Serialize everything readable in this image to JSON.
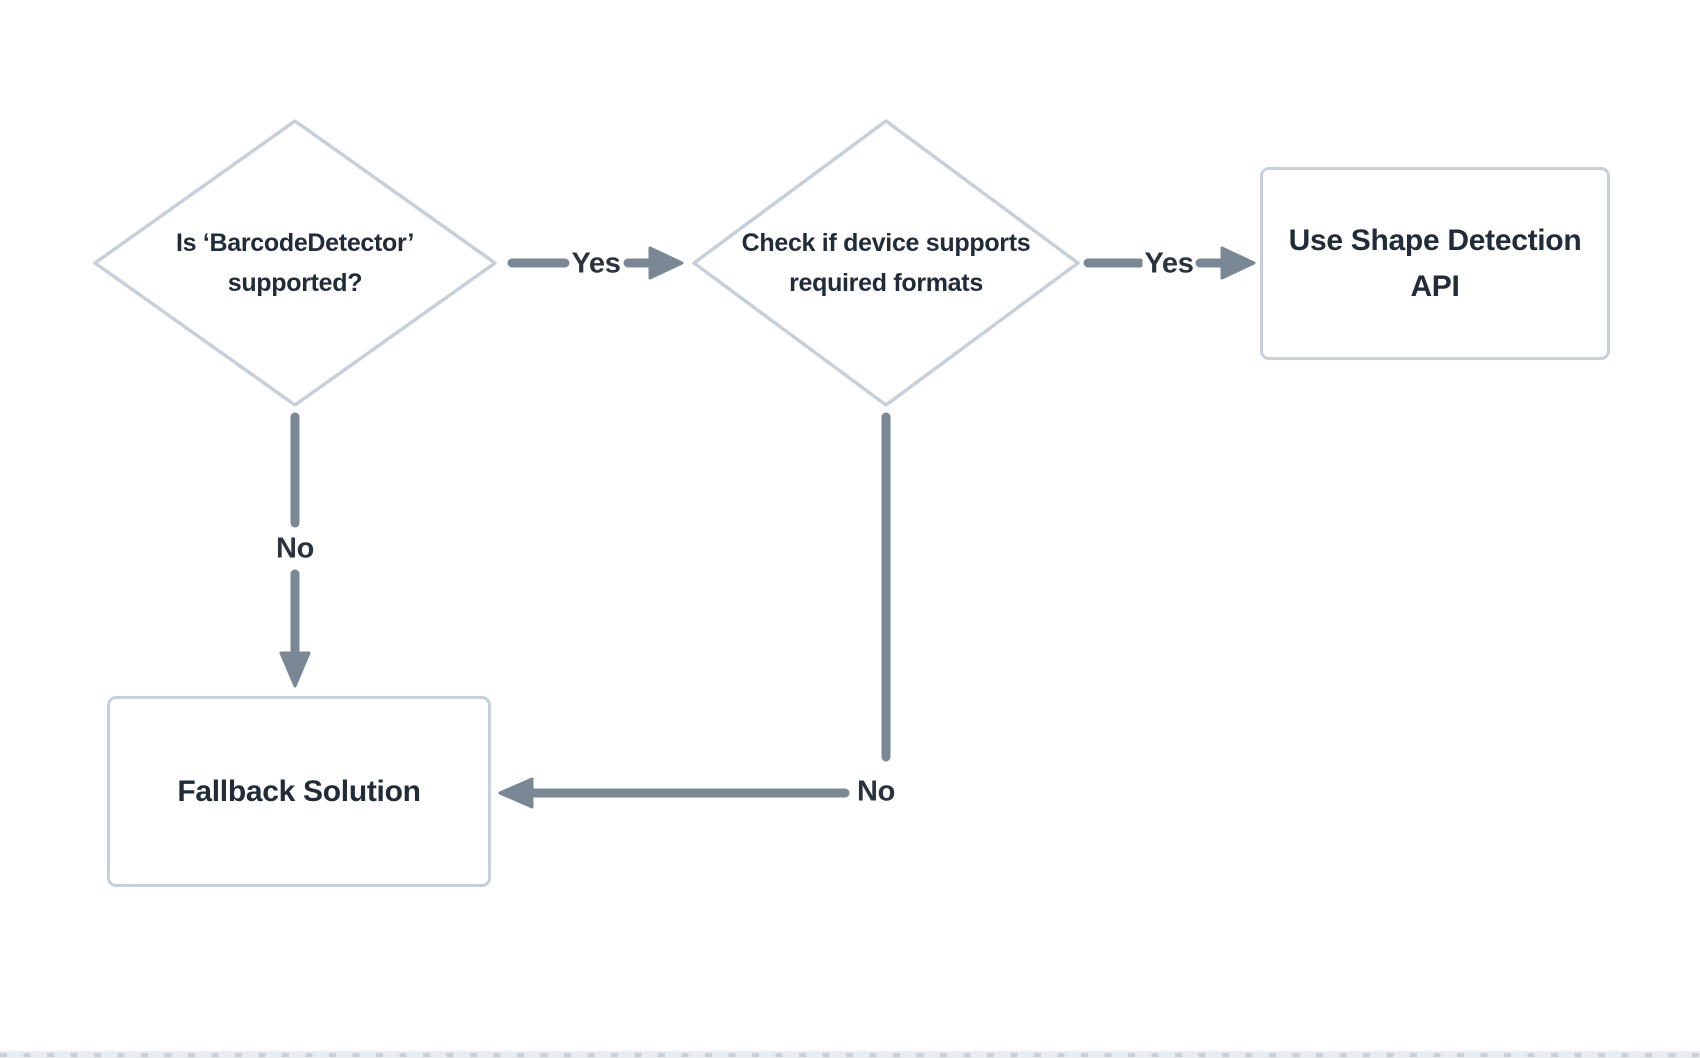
{
  "nodes": [
    {
      "id": "is-barcodedetector-supported",
      "type": "decision",
      "label": "Is ‘BarcodeDetector’\nsupported?"
    },
    {
      "id": "check-device-formats",
      "type": "decision",
      "label": "Check if device supports\nrequired formats"
    },
    {
      "id": "use-shape-detection-api",
      "type": "process",
      "label": "Use Shape Detection\nAPI"
    },
    {
      "id": "fallback-solution",
      "type": "process",
      "label": "Fallback Solution"
    }
  ],
  "edges": [
    {
      "from": "is-barcodedetector-supported",
      "to": "check-device-formats",
      "label": "Yes"
    },
    {
      "from": "check-device-formats",
      "to": "use-shape-detection-api",
      "label": "Yes"
    },
    {
      "from": "is-barcodedetector-supported",
      "to": "fallback-solution",
      "label": "No"
    },
    {
      "from": "check-device-formats",
      "to": "fallback-solution",
      "label": "No"
    }
  ],
  "colors": {
    "background": "#ffffff",
    "node_border": "#c7d0d9",
    "node_fill": "#ffffff",
    "arrow": "#7a8794",
    "text": "#212c38",
    "strip_background": "#e9edf2",
    "strip_marks": "#c4ccd5"
  }
}
